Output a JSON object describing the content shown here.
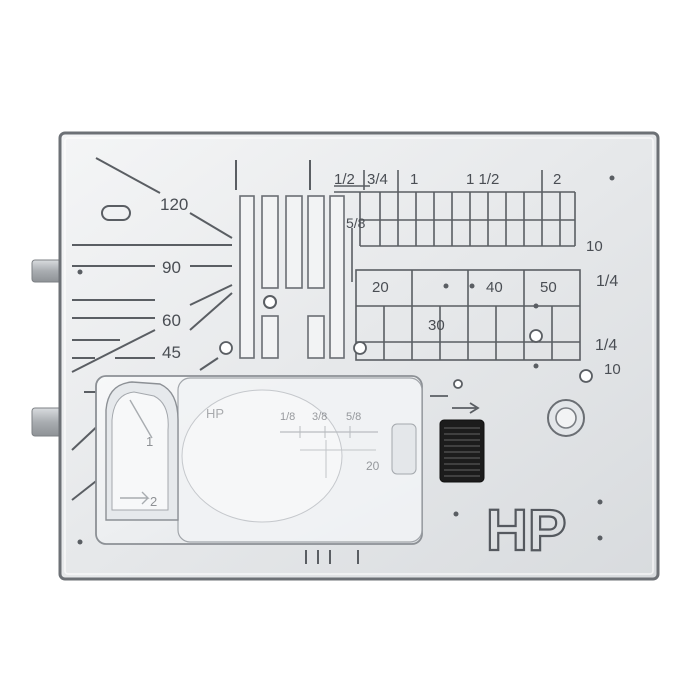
{
  "plate": {
    "colors": {
      "metal_light": "#e9ebec",
      "metal_dark": "#b9bcbf",
      "engrave": "#5a5e63",
      "bobbin_cover": "#eef0f2",
      "dial": "#1c1c1c"
    },
    "angle_labels": [
      "120",
      "90",
      "60",
      "45"
    ],
    "fraction_labels": {
      "half": "1/2",
      "three_quarter": "3/4",
      "one": "1",
      "one_half": "1 1/2",
      "two": "2",
      "five_eighth": "5/8",
      "quarter_right_top": "1/4",
      "quarter_right_bottom": "1/4"
    },
    "metric_labels": [
      "10",
      "20",
      "40",
      "50",
      "30",
      "10"
    ],
    "cover_labels": {
      "hp": "HP",
      "left": "1/8",
      "mid": "3/8",
      "right": "5/8",
      "twenty": "20"
    },
    "bobbin_marks": [
      "1",
      "2"
    ],
    "brand_mark": "HP",
    "icons": [
      "bobbin-cover-icon",
      "stitch-dial-icon",
      "release-button-icon",
      "arrow-icon",
      "screw-icon"
    ]
  }
}
